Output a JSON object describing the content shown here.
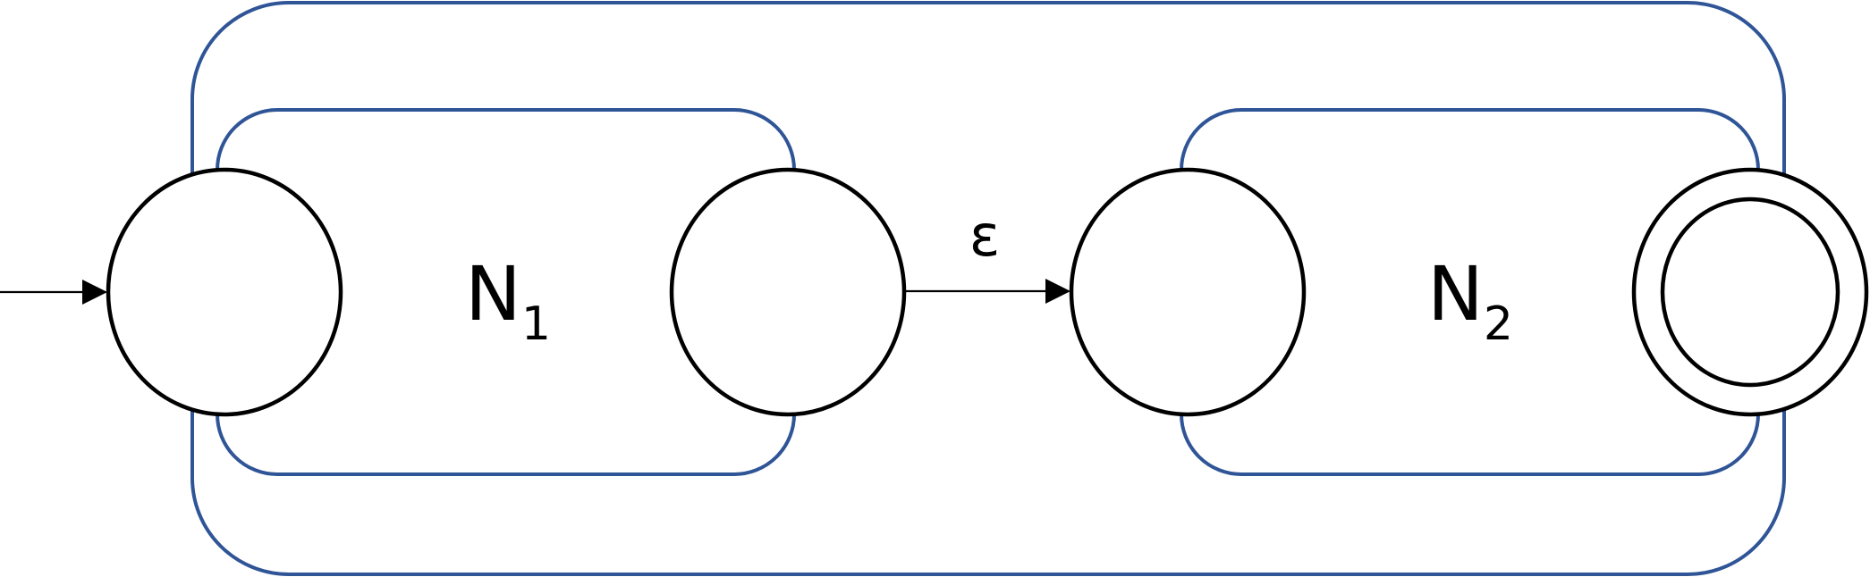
{
  "nfa1": {
    "name": "N",
    "index": "1"
  },
  "nfa2": {
    "name": "N",
    "index": "2"
  },
  "transition": {
    "label": "ε"
  },
  "colors": {
    "box_stroke": "#2f5597",
    "state_stroke": "#000000"
  }
}
